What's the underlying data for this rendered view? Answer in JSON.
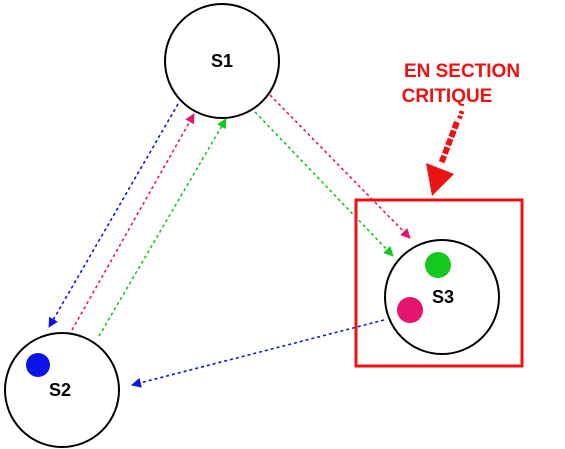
{
  "diagram": {
    "nodes": [
      {
        "id": "s1",
        "label": "S1",
        "tokens": []
      },
      {
        "id": "s2",
        "label": "S2",
        "tokens": [
          "blue"
        ]
      },
      {
        "id": "s3",
        "label": "S3",
        "tokens": [
          "green",
          "pink"
        ]
      }
    ],
    "arrows": [
      {
        "from": "s1",
        "to": "s2",
        "color": "blue",
        "style": "dotted"
      },
      {
        "from": "s2",
        "to": "s1",
        "color": "pink",
        "style": "dotted"
      },
      {
        "from": "s2",
        "to": "s1",
        "color": "green",
        "style": "dotted"
      },
      {
        "from": "s1",
        "to": "s3",
        "color": "pink",
        "style": "dotted"
      },
      {
        "from": "s1",
        "to": "s3",
        "color": "green",
        "style": "dotted"
      },
      {
        "from": "s3",
        "to": "s2",
        "color": "blue",
        "style": "dotted"
      }
    ],
    "critical_section": {
      "label_line1": "EN SECTION",
      "label_line2": "CRITIQUE",
      "highlights": "s3"
    },
    "colors": {
      "blue": "#0a14e6",
      "pink": "#e6146e",
      "green": "#14c81e",
      "red": "#ee1111",
      "node_border": "#000000"
    }
  }
}
